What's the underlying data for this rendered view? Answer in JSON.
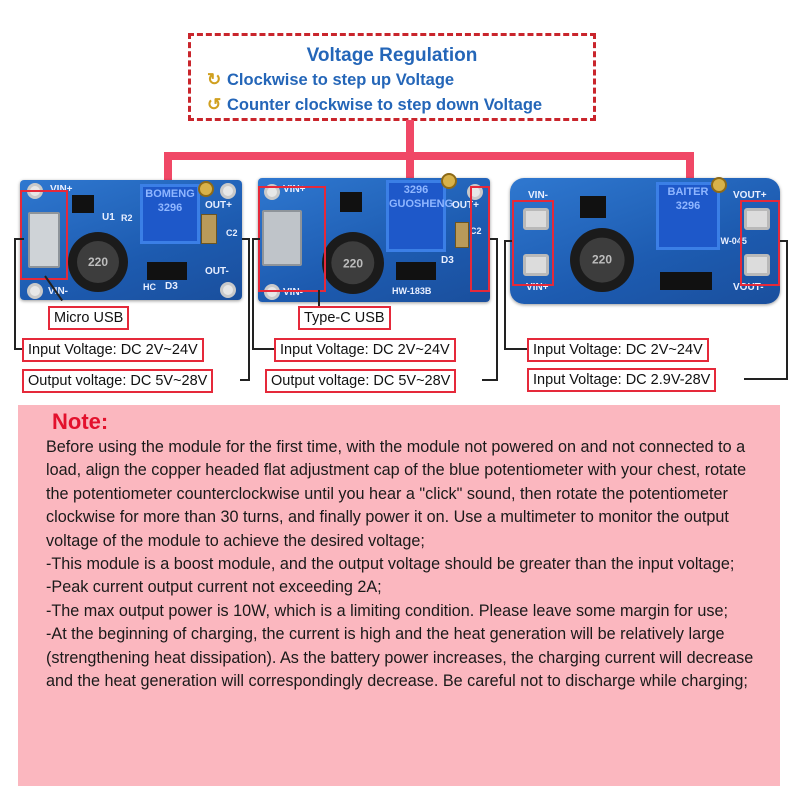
{
  "header": {
    "title": "Voltage Regulation",
    "clockwise": "Clockwise to step up Voltage",
    "counter": "Counter clockwise to step down Voltage",
    "clockwise_icon": "rotate-clockwise-icon",
    "counter_icon": "rotate-counterclockwise-icon"
  },
  "boards": [
    {
      "silk": {
        "vin_plus": "VIN+",
        "vin_minus": "VIN-",
        "out_plus": "OUT+",
        "out_minus": "OUT-",
        "u1": "U1",
        "r2": "R2",
        "c2": "C2",
        "hc": "HC",
        "d3": "D3",
        "ind": "220",
        "pot": "BOMENG 3296"
      },
      "port_label": "Micro USB",
      "input_voltage": "Input Voltage: DC 2V~24V",
      "output_voltage": "Output voltage: DC 5V~28V"
    },
    {
      "silk": {
        "vin_plus": "VIN+",
        "vin_minus": "VIN-",
        "out_plus": "OUT+",
        "c2": "C2",
        "d3": "D3",
        "model": "HW-183B",
        "ind": "220",
        "pot": "3296 GUOSHENG"
      },
      "port_label": "Type-C USB",
      "input_voltage": "Input Voltage: DC 2V~24V",
      "output_voltage": "Output voltage: DC 5V~28V"
    },
    {
      "silk": {
        "vin_minus": "VIN-",
        "vin_plus": "VIN+",
        "vout_plus": "VOUT+",
        "vout_minus": "VOUT-",
        "model": "HW-045",
        "ind": "220",
        "pot": "BAITER 3296"
      },
      "input_voltage": "Input Voltage: DC 2V~24V",
      "output_voltage": "Input Voltage: DC 2.9V-28V"
    }
  ],
  "note": {
    "title": "Note:",
    "paragraph": "Before using the module for the first time, with the module not powered on and not connected to a load, align the copper headed flat adjustment cap of the blue potentiometer with your chest, rotate the potentiometer counterclockwise until you hear a \"click\" sound, then rotate the potentiometer clockwise for more than 30 turns, and finally power it on. Use a multimeter to monitor the output voltage of the module to achieve the desired voltage;",
    "bullets": [
      "-This module is a boost module, and the output voltage should be greater than the input voltage;",
      "-Peak current output current not exceeding 2A;",
      "-The max output power is 10W, which is a limiting condition. Please leave some margin for use;",
      "-At the beginning of charging, the current is high and the heat generation will be relatively large (strengthening heat dissipation). As the battery power increases, the charging current will decrease and the heat generation will correspondingly decrease. Be careful not to discharge while charging;"
    ]
  },
  "colors": {
    "accent_blue": "#2466b8",
    "note_bg": "#fbb7bf",
    "note_title": "#e3112d",
    "connector": "#f04866",
    "annotation": "#e5293a"
  }
}
